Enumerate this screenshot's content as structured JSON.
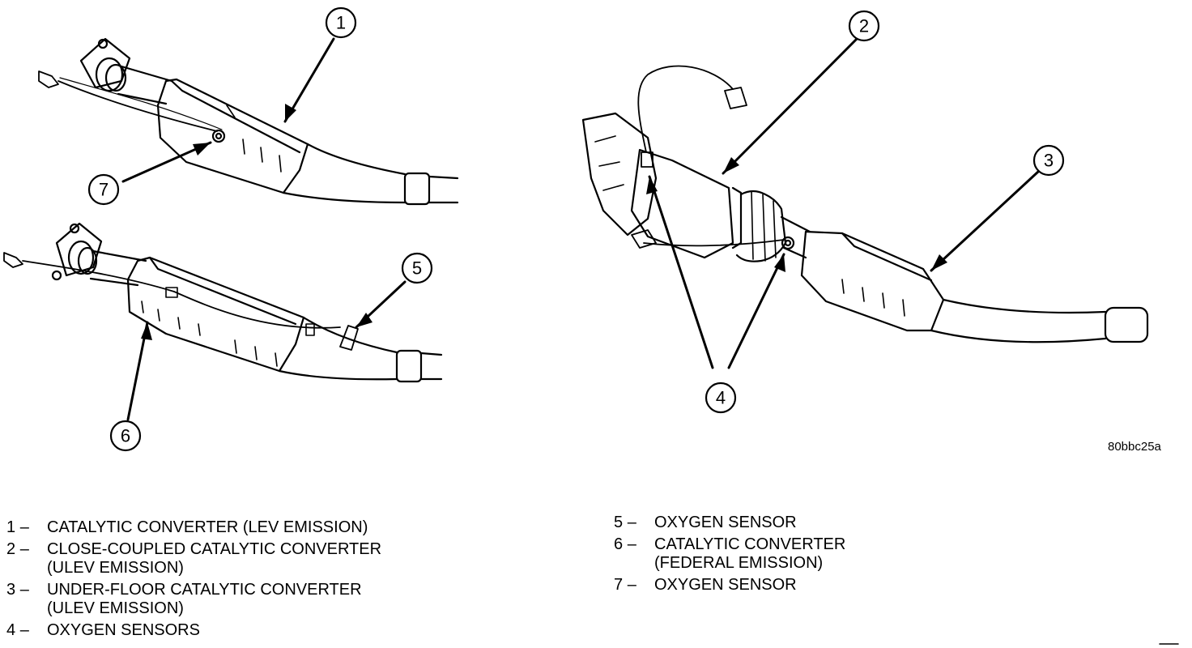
{
  "callouts": [
    "1",
    "2",
    "3",
    "4",
    "5",
    "6",
    "7"
  ],
  "figure_code": "80bbc25a",
  "legend": [
    {
      "num": "1",
      "dash": "–",
      "text": "CATALYTIC CONVERTER (LEV EMISSION)",
      "sub": ""
    },
    {
      "num": "2",
      "dash": "–",
      "text": "CLOSE-COUPLED CATALYTIC CONVERTER",
      "sub": "(ULEV EMISSION)"
    },
    {
      "num": "3",
      "dash": "–",
      "text": "UNDER-FLOOR CATALYTIC CONVERTER",
      "sub": "(ULEV EMISSION)"
    },
    {
      "num": "4",
      "dash": "–",
      "text": "OXYGEN SENSORS",
      "sub": ""
    },
    {
      "num": "5",
      "dash": "–",
      "text": "OXYGEN SENSOR",
      "sub": ""
    },
    {
      "num": "6",
      "dash": "–",
      "text": "CATALYTIC CONVERTER",
      "sub": "(FEDERAL EMISSION)"
    },
    {
      "num": "7",
      "dash": "–",
      "text": "OXYGEN SENSOR",
      "sub": ""
    }
  ]
}
